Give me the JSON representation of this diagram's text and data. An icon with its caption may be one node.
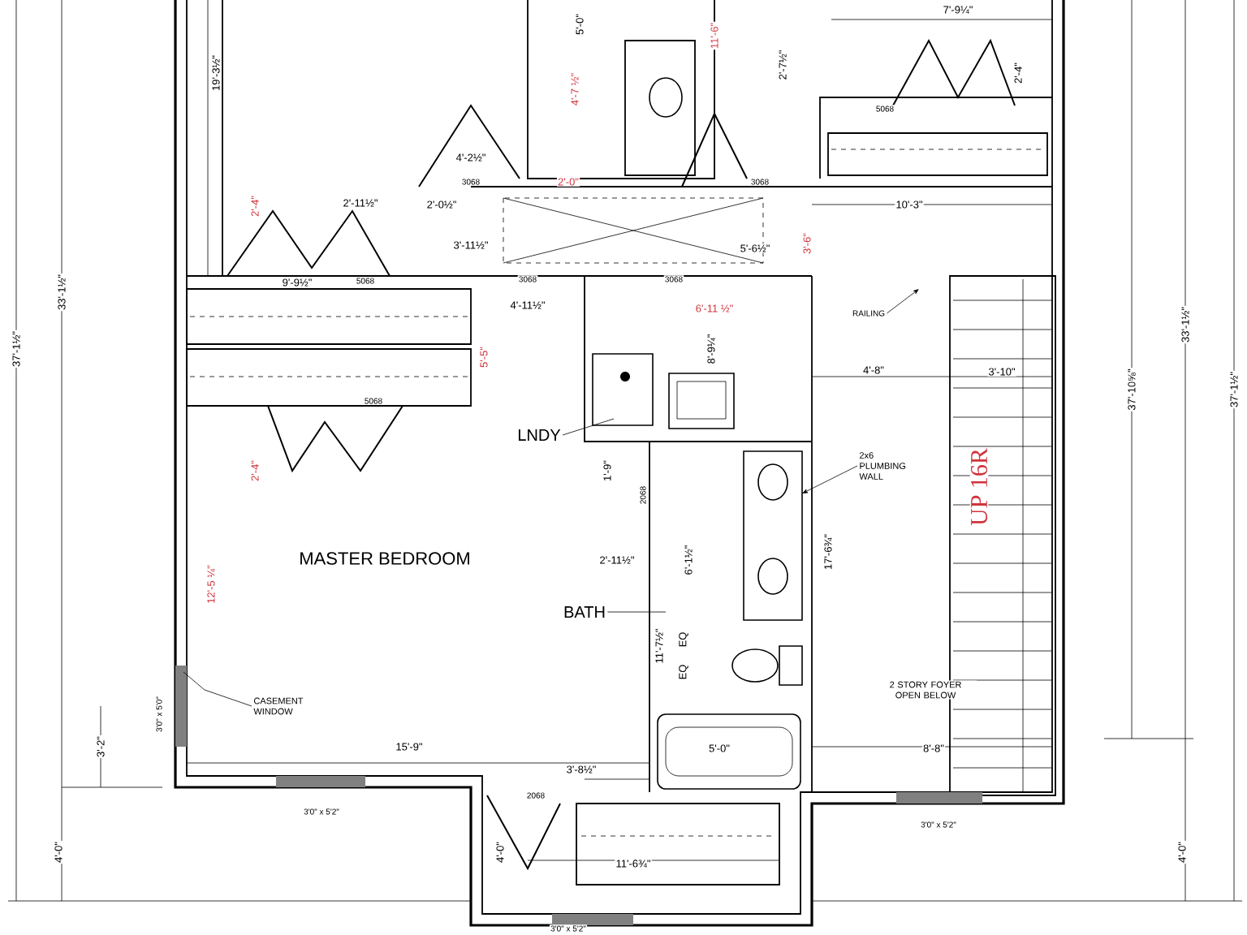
{
  "diagram": {
    "nodes": [
      {
        "text": [
          "LNDY"
        ]
      },
      {
        "text": [
          "BATH"
        ]
      },
      {
        "text": [
          "CASEMENT WINDOW"
        ]
      },
      {
        "text": [
          "RAILING"
        ]
      },
      {
        "text": [
          "2x6 PLUMBING WALL"
        ]
      }
    ],
    "edges": [
      {
        "from": 0,
        "to": null,
        "arrow": "none"
      },
      {
        "from": 1,
        "to": null,
        "arrow": "none"
      },
      {
        "from": 2,
        "to": null,
        "arrow": "none"
      },
      {
        "from": 3,
        "to": null,
        "arrow": "to"
      },
      {
        "from": 4,
        "to": null,
        "arrow": "to"
      }
    ],
    "labels": [
      "5'-0\"",
      "11'-6\"",
      "7'-9¼\"",
      "19'-3½\"",
      "4'-7 ½\"",
      "2'-7½\"",
      "2'-4\"",
      "5068",
      "4'-2½\"",
      "3068",
      "2'-0\"",
      "3068",
      "2'-4\"",
      "2'-11½\"",
      "2'-0½\"",
      "10'-3\"",
      "3'-11½\"",
      "5'-6½\"",
      "3'-6\"",
      "9'-9½\"",
      "5068",
      "3068",
      "3068",
      "4'-11½\"",
      "6'-11 ½\"",
      "5'-5\"",
      "8'-9¼\"",
      "4'-8\"",
      "3'-10\"",
      "5068",
      "2'-4\"",
      "1'-9\"",
      "2068",
      "UP 16R",
      "17'-6¾\"",
      "MASTER BEDROOM",
      "2'-11½\"",
      "6'-1½\"",
      "12'-5 ¼\"",
      "11'-7½\"",
      "EQ",
      "EQ",
      "2 STORY FOYER OPEN BELOW",
      "3'0\" x 5'0\"",
      "3'-2\"",
      "15'-9\"",
      "5'-0\"",
      "8'-8\"",
      "3'-8½\"",
      "2068",
      "3'0\" x 5'2\"",
      "3'0\" x 5'2\"",
      "4'-0\"",
      "11'-6¾\"",
      "4'-0\"",
      "4'-0\"",
      "3'0\" x 5'2\"",
      "33'-1½\"",
      "37'-1½\"",
      "37'-10⅝\"",
      "33'-1½\"",
      "37'-1½\""
    ]
  }
}
